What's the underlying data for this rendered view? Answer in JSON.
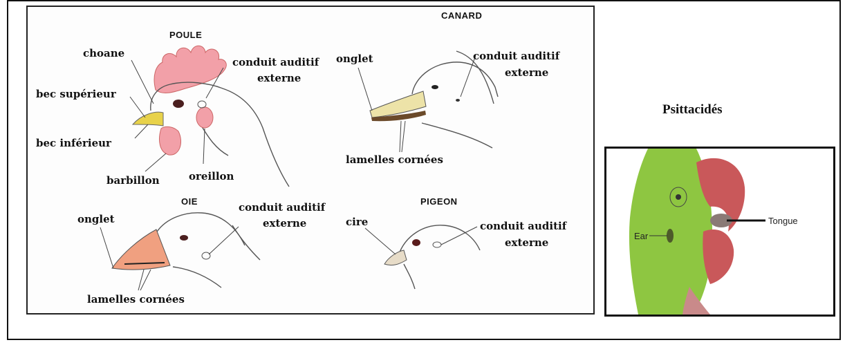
{
  "birds": {
    "poule": {
      "title": "POULE",
      "choane": "choane",
      "bec_superieur": "bec supérieur",
      "bec_inferieur": "bec inférieur",
      "barbillon": "barbillon",
      "oreillon": "oreillon",
      "conduit_l1": "conduit auditif",
      "conduit_l2": "externe"
    },
    "canard": {
      "title": "CANARD",
      "onglet": "onglet",
      "conduit_l1": "conduit auditif",
      "conduit_l2": "externe",
      "lamelles": "lamelles cornées"
    },
    "oie": {
      "title": "OIE",
      "onglet": "onglet",
      "conduit_l1": "conduit auditif",
      "conduit_l2": "externe",
      "lamelles": "lamelles cornées"
    },
    "pigeon": {
      "title": "PIGEON",
      "cire": "cire",
      "conduit_l1": "conduit auditif",
      "conduit_l2": "externe"
    }
  },
  "psittacides": {
    "title": "Psittacidés",
    "ear": "Ear",
    "tongue": "Tongue"
  },
  "colors": {
    "comb": "#f2a0a8",
    "beak_chicken": "#e8d24a",
    "beak_goose": "#f0a080",
    "parrot_green": "#8ec641",
    "parrot_beak": "#c9585a"
  }
}
